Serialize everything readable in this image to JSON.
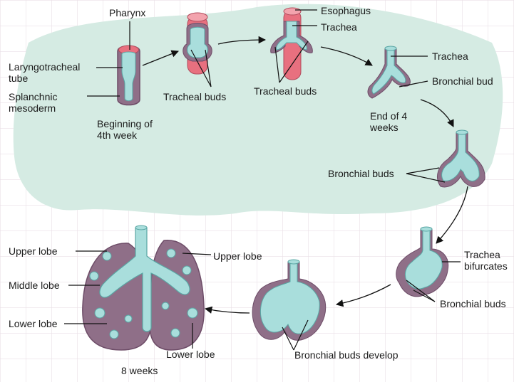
{
  "colors": {
    "background_wash": "#d7ebe4",
    "grid": "#e7dde4",
    "tissue": "#a9dedc",
    "tissue_dark": "#7fc3c1",
    "mesoderm": "#8f6f88",
    "mesoderm_dark": "#6e4d68",
    "esophagus": "#e8707f",
    "arrow": "#111111"
  },
  "labels": {
    "pharynx": "Pharynx",
    "laryngotracheal_tube": "Laryngotracheal tube",
    "splanchnic_mesoderm": "Splanchnic mesoderm",
    "beginning_4th_week": "Beginning of 4th week",
    "tracheal_buds_1": "Tracheal buds",
    "esophagus": "Esophagus",
    "trachea_1": "Trachea",
    "tracheal_buds_2": "Tracheal buds",
    "trachea_2": "Trachea",
    "bronchial_bud": "Bronchial bud",
    "end_4_weeks": "End of 4 weeks",
    "bronchial_buds_1": "Bronchial buds",
    "trachea_bifurcates": "Trachea bifurcates",
    "bronchial_buds_2": "Bronchial buds",
    "bronchial_buds_develop": "Bronchial buds develop",
    "upper_lobe_left": "Upper lobe",
    "middle_lobe": "Middle lobe",
    "lower_lobe_left": "Lower lobe",
    "upper_lobe_right": "Upper lobe",
    "lower_lobe_right": "Lower lobe",
    "eight_weeks": "8 weeks"
  }
}
